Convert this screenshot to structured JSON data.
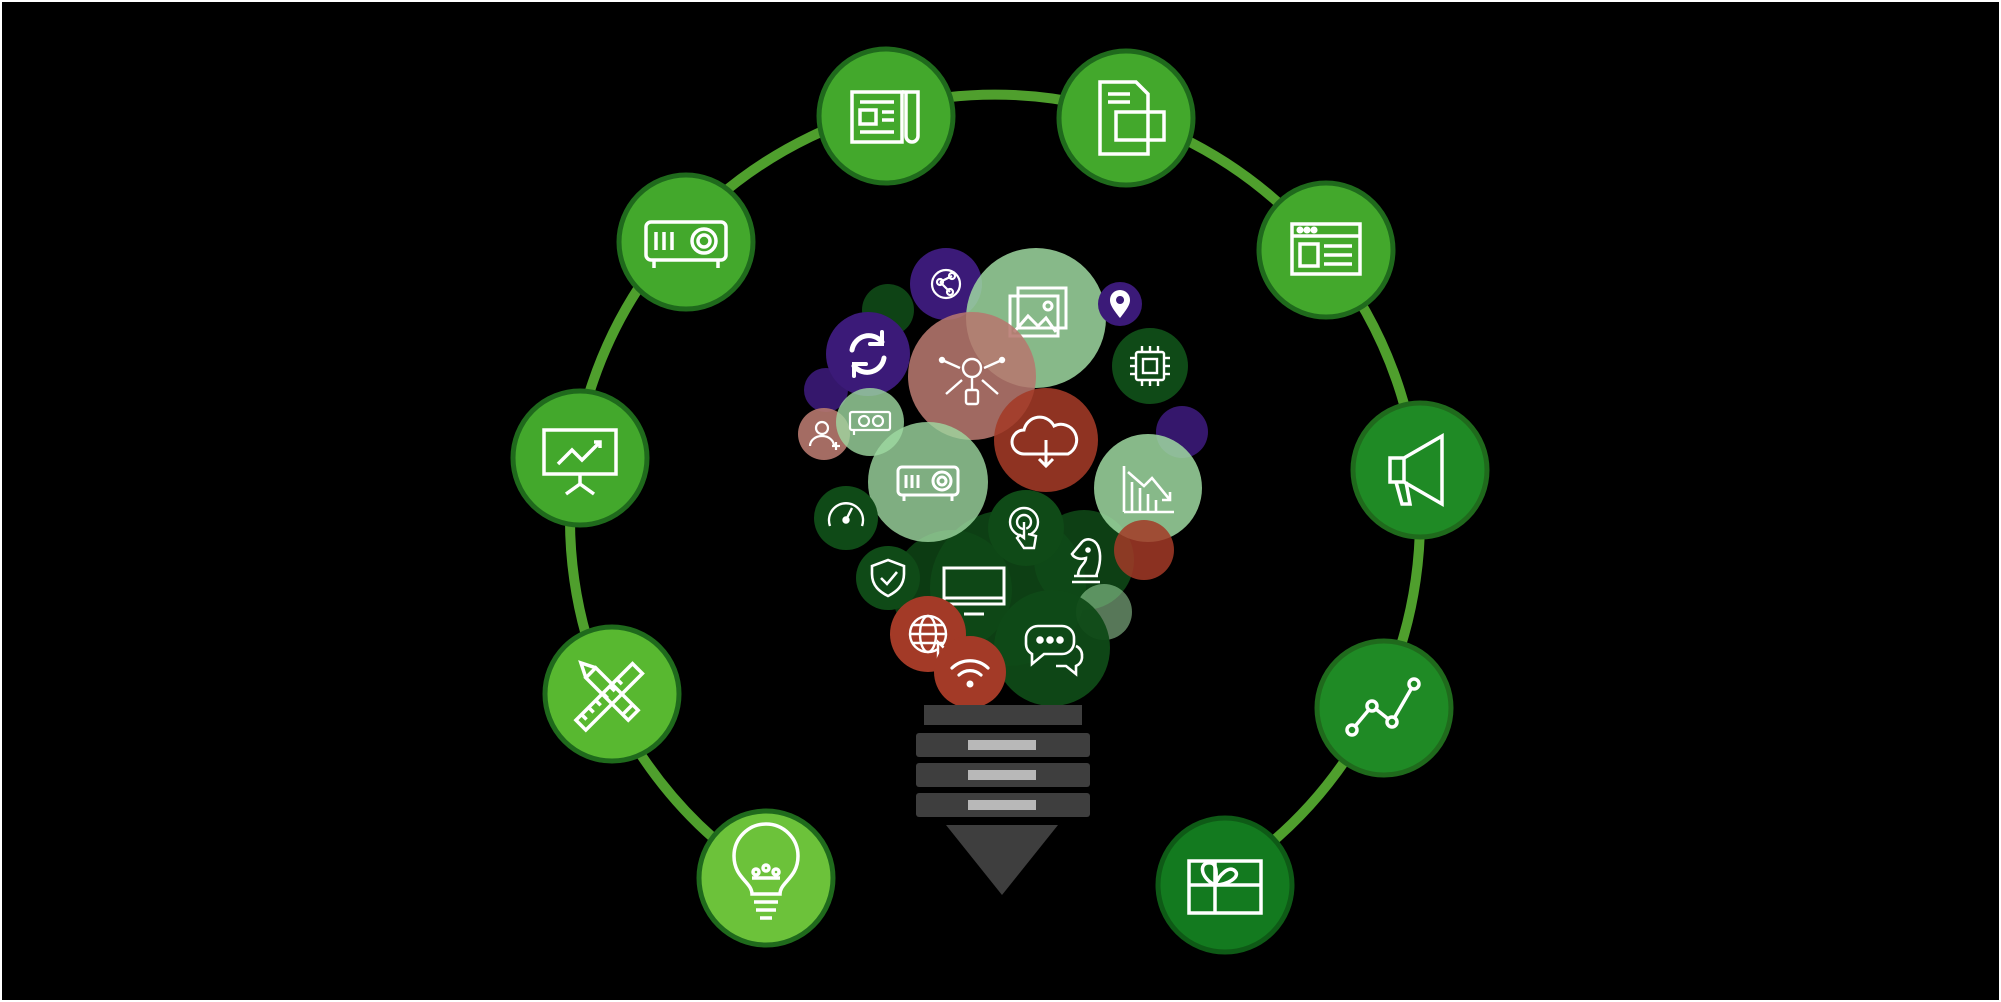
{
  "colors": {
    "background": "#000000",
    "ring": "#4f9f2d",
    "ring_dark": "#2f6b1f",
    "node_fill_light": "#6cc23a",
    "node_fill": "#43a82c",
    "node_fill_dark": "#1f8a25",
    "node_border": "#1f6a1c",
    "icon_stroke": "#ffffff",
    "bulb_base": "#3e3e3e",
    "bulb_slot": "#b8b8b8",
    "bubble_purple": "#3b1a78",
    "bubble_red": "#a33a27",
    "bubble_dusty": "#b6786e",
    "bubble_mint": "#9fd9a1",
    "bubble_darkgreen": "#0f4a17"
  },
  "ring_nodes": [
    {
      "name": "newspaper-icon",
      "tone": "node_fill"
    },
    {
      "name": "document-icon",
      "tone": "node_fill"
    },
    {
      "name": "browser-window-icon",
      "tone": "node_fill"
    },
    {
      "name": "megaphone-icon",
      "tone": "node_fill_dark"
    },
    {
      "name": "line-graph-icon",
      "tone": "node_fill_dark"
    },
    {
      "name": "gift-box-icon",
      "tone": "node_fill_dark"
    },
    {
      "name": "projector-icon",
      "tone": "node_fill"
    },
    {
      "name": "presentation-board-icon",
      "tone": "node_fill"
    },
    {
      "name": "pencil-ruler-icon",
      "tone": "node_fill_light"
    },
    {
      "name": "light-bulb-icon",
      "tone": "node_fill_light"
    }
  ],
  "bubbles": [
    {
      "name": "share-network-icon",
      "tone": "bubble_purple"
    },
    {
      "name": "image-gallery-icon",
      "tone": "bubble_mint"
    },
    {
      "name": "location-pin-icon",
      "tone": "bubble_purple"
    },
    {
      "name": "refresh-icon",
      "tone": "bubble_purple"
    },
    {
      "name": "ideas-hub-icon",
      "tone": "bubble_dusty"
    },
    {
      "name": "microchip-icon",
      "tone": "bubble_darkgreen"
    },
    {
      "name": "add-user-icon",
      "tone": "bubble_dusty"
    },
    {
      "name": "graphics-card-icon",
      "tone": "bubble_mint"
    },
    {
      "name": "cloud-download-icon",
      "tone": "bubble_red"
    },
    {
      "name": "projector-small-icon",
      "tone": "bubble_mint"
    },
    {
      "name": "chart-decline-icon",
      "tone": "bubble_mint"
    },
    {
      "name": "speedometer-icon",
      "tone": "bubble_darkgreen"
    },
    {
      "name": "touch-icon",
      "tone": "bubble_darkgreen"
    },
    {
      "name": "chess-knight-icon",
      "tone": "bubble_darkgreen"
    },
    {
      "name": "shield-check-icon",
      "tone": "bubble_darkgreen"
    },
    {
      "name": "monitor-icon",
      "tone": "bubble_darkgreen"
    },
    {
      "name": "globe-click-icon",
      "tone": "bubble_red"
    },
    {
      "name": "chat-bubbles-icon",
      "tone": "bubble_darkgreen"
    },
    {
      "name": "wifi-icon",
      "tone": "bubble_red"
    }
  ]
}
